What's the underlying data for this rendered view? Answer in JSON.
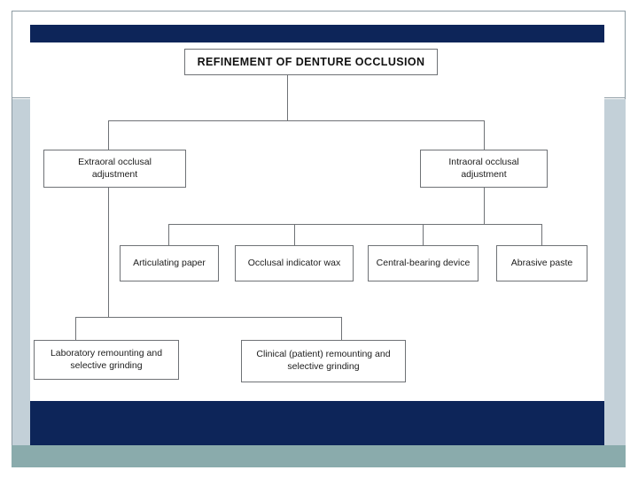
{
  "slide": {
    "theme": {
      "navy": "#0d2559",
      "sage": "#8aabac",
      "band_blue_gray": "#c3d0d8",
      "frame_gray": "#8d9ba3",
      "box_border": "#6f7276",
      "background": "#ffffff",
      "text": "#1c1c1c"
    }
  },
  "chart_data": {
    "type": "diagram",
    "title": "REFINEMENT OF DENTURE OCCLUSION",
    "orientation": "top-down",
    "levels": [
      {
        "level": 1,
        "nodes": [
          {
            "id": "root",
            "label": "REFINEMENT OF DENTURE OCCLUSION"
          }
        ]
      },
      {
        "level": 2,
        "nodes": [
          {
            "id": "extraoral",
            "label": "Extraoral occlusal adjustment",
            "parent": "root"
          },
          {
            "id": "intraoral",
            "label": "Intraoral occlusal adjustment",
            "parent": "root"
          }
        ]
      },
      {
        "level": 3,
        "nodes": [
          {
            "id": "articulating-paper",
            "label": "Articulating paper",
            "parent": "intraoral"
          },
          {
            "id": "occlusal-indicator-wax",
            "label": "Occlusal indicator wax",
            "parent": "intraoral"
          },
          {
            "id": "central-bearing-device",
            "label": "Central-bearing device",
            "parent": "intraoral"
          },
          {
            "id": "abrasive-paste",
            "label": "Abrasive paste",
            "parent": "intraoral"
          }
        ]
      },
      {
        "level": 4,
        "nodes": [
          {
            "id": "laboratory-remounting",
            "label": "Laboratory remounting and selective grinding",
            "parent": "extraoral"
          },
          {
            "id": "clinical-remounting",
            "label": "Clinical  (patient) remounting and selective grinding",
            "parent": "extraoral"
          }
        ]
      }
    ],
    "labels": {
      "root": "REFINEMENT OF DENTURE OCCLUSION",
      "extraoral_line1": "Extraoral occlusal",
      "extraoral_line2": "adjustment",
      "intraoral_line1": "Intraoral occlusal",
      "intraoral_line2": "adjustment",
      "articulating_paper": "Articulating paper",
      "occlusal_indicator_wax": "Occlusal indicator wax",
      "central_bearing_device": "Central-bearing device",
      "abrasive_paste": "Abrasive paste",
      "laboratory_line1": "Laboratory remounting and",
      "laboratory_line2": "selective grinding",
      "clinical_line1": "Clinical  (patient) remounting and",
      "clinical_line2": "selective grinding"
    }
  }
}
